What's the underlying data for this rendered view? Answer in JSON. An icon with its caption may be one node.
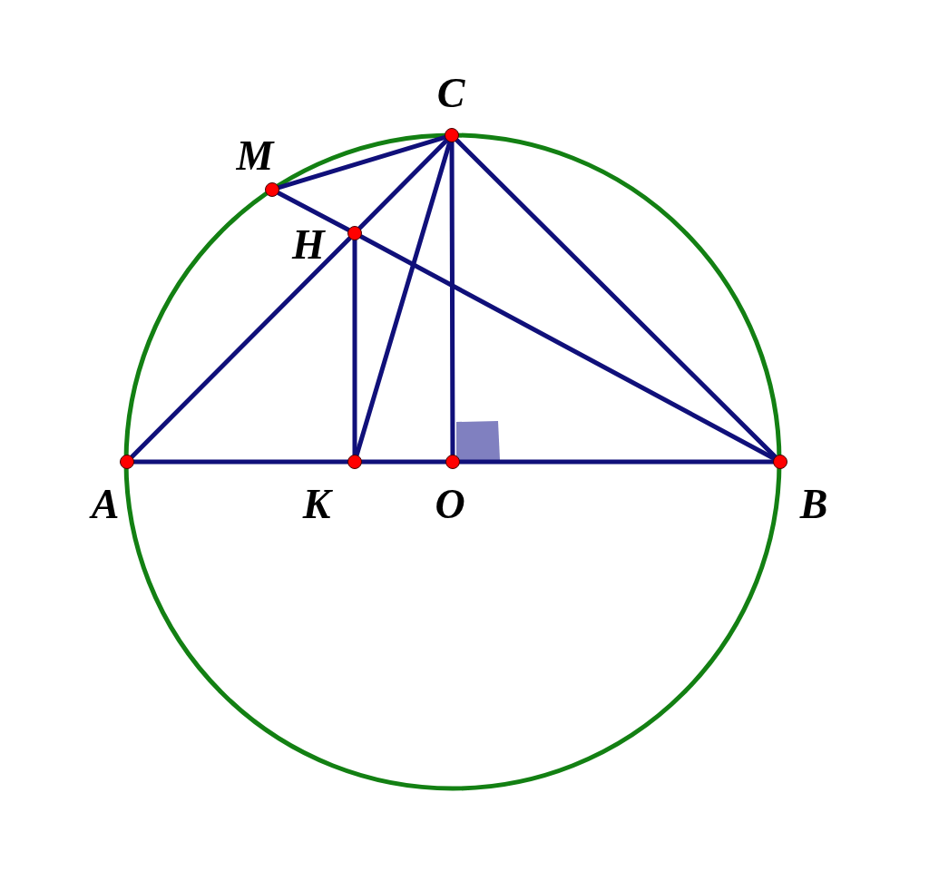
{
  "diagram": {
    "nodes": [
      {
        "text": [],
        "shape": "circle",
        "beside": [
          "C"
        ]
      },
      {
        "text": [],
        "shape": "circle",
        "beside": [
          "M"
        ]
      },
      {
        "text": [],
        "shape": "circle",
        "beside": [
          "H"
        ]
      },
      {
        "text": [],
        "shape": "circle",
        "beside": [
          "A"
        ]
      },
      {
        "text": [],
        "shape": "circle",
        "beside": [
          "K"
        ]
      },
      {
        "text": [],
        "shape": "circle",
        "beside": [
          "O"
        ]
      },
      {
        "text": [],
        "shape": "circle",
        "beside": [
          "B"
        ]
      }
    ],
    "edges": [
      {
        "from": 1,
        "to": 0,
        "arrow": "none"
      },
      {
        "from": 1,
        "to": 2,
        "arrow": "none"
      },
      {
        "from": 2,
        "to": 6,
        "arrow": "none"
      },
      {
        "from": 3,
        "to": 2,
        "arrow": "none"
      },
      {
        "from": 2,
        "to": 0,
        "arrow": "none"
      },
      {
        "from": 0,
        "to": 4,
        "arrow": "none"
      },
      {
        "from": 0,
        "to": 5,
        "arrow": "none"
      },
      {
        "from": 0,
        "to": 6,
        "arrow": "none"
      },
      {
        "from": 2,
        "to": 4,
        "arrow": "none"
      },
      {
        "from": 3,
        "to": 4,
        "arrow": "none"
      },
      {
        "from": 4,
        "to": 5,
        "arrow": "none"
      },
      {
        "from": 5,
        "to": 6,
        "arrow": "none"
      }
    ]
  }
}
